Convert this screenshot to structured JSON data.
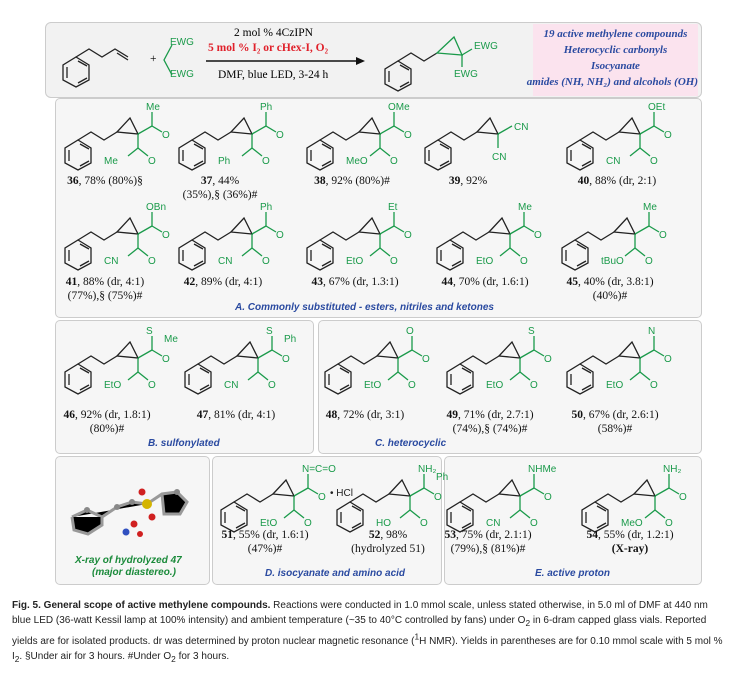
{
  "reaction": {
    "ewg_top": "EWG",
    "ewg_bottom": "EWG",
    "plus": "+",
    "condition1": "2 mol % 4CzIPN",
    "condition2": "5 mol % I₂ or cHex-I, O₂",
    "condition3": "DMF, blue LED, 3-24 h",
    "product_ewg_top": "EWG",
    "product_ewg_bottom": "EWG",
    "scope_box": [
      "19 active methylene compounds",
      "Heterocyclic carbonyls",
      "Isocyanate",
      "amides (NH, NH₂) and alcohols (OH)"
    ],
    "colors": {
      "ewg": "#1a9a4a",
      "red": "#e0202a",
      "blue": "#2a4aa0",
      "pink": "#fbe3ee"
    }
  },
  "panels": {
    "A": "A. Commonly substituted - esters, nitriles and ketones",
    "B": "B. sulfonylated",
    "C": "C. heterocyclic",
    "D": "D. isocyanate and amino acid",
    "E": "E. active proton"
  },
  "xray": {
    "line1": "X-ray of hydrolyzed 47",
    "line2": "(major diastereo.)"
  },
  "compounds": [
    {
      "id": "36",
      "top": "Me",
      "bottom": "Me",
      "o": "O",
      "yield": ", 78% (80%)§",
      "line2": ""
    },
    {
      "id": "37",
      "top": "Ph",
      "bottom": "Ph",
      "o": "O",
      "yield": ", 44%",
      "line2": "(35%),§ (36%)#"
    },
    {
      "id": "38",
      "top": "OMe",
      "bottom": "MeO",
      "o": "O",
      "yield": ", 92% (80%)#",
      "line2": ""
    },
    {
      "id": "39",
      "top": "CN",
      "bottom": "CN",
      "o": "",
      "yield": ", 92%",
      "line2": ""
    },
    {
      "id": "40",
      "top": "OEt",
      "bottom": "CN",
      "o": "O",
      "yield": ", 88% (dr, 2:1)",
      "line2": ""
    },
    {
      "id": "41",
      "top": "OBn",
      "bottom": "CN",
      "o": "O",
      "yield": ", 88% (dr, 4:1)",
      "line2": "(77%),§ (75%)#"
    },
    {
      "id": "42",
      "top": "Ph",
      "bottom": "CN",
      "o": "O",
      "yield": ", 89% (dr, 4:1)",
      "line2": ""
    },
    {
      "id": "43",
      "top": "Et",
      "bottom": "EtO",
      "o": "O",
      "yield": ", 67% (dr, 1.3:1)",
      "line2": ""
    },
    {
      "id": "44",
      "top": "Me",
      "bottom": "EtO",
      "o": "O",
      "yield": ", 70% (dr, 1.6:1)",
      "line2": ""
    },
    {
      "id": "45",
      "top": "Me",
      "bottom": "tBuO",
      "o": "O",
      "yield": ", 40% (dr, 3.8:1)",
      "line2": "(40%)#"
    },
    {
      "id": "46",
      "top": "S",
      "extra": "Me",
      "bottom": "EtO",
      "o": "O",
      "yield": ", 92% (dr, 1.8:1)",
      "line2": "(80%)#"
    },
    {
      "id": "47",
      "top": "S",
      "extra": "Ph",
      "bottom": "CN",
      "o": "O",
      "yield": ", 81% (dr, 4:1)",
      "line2": ""
    },
    {
      "id": "48",
      "top": "O",
      "bottom": "EtO",
      "o": "O",
      "yield": ", 72% (dr, 3:1)",
      "line2": ""
    },
    {
      "id": "49",
      "top": "S",
      "bottom": "EtO",
      "o": "O",
      "yield": ", 71% (dr, 2.7:1)",
      "line2": "(74%),§ (74%)#"
    },
    {
      "id": "50",
      "top": "N",
      "bottom": "EtO",
      "o": "O",
      "yield": ", 67% (dr, 2.6:1)",
      "line2": "(58%)#"
    },
    {
      "id": "51",
      "top": "N=C=O",
      "bottom": "EtO",
      "o": "O",
      "yield": ", 55% (dr, 1.6:1)",
      "line2": "(47%)#"
    },
    {
      "id": "52",
      "top": "NH₂",
      "bottom": "HO",
      "o": "O",
      "extra": "Ph",
      "salt": "• HCl",
      "yield": ", 98%",
      "line2": "(hydrolyzed 51)"
    },
    {
      "id": "53",
      "top": "NHMe",
      "bottom": "CN",
      "o": "O",
      "yield": ", 75% (dr, 2.1:1)",
      "line2": "(79%),§ (81%)#"
    },
    {
      "id": "54",
      "top": "NH₂",
      "bottom": "MeO",
      "o": "O",
      "yield": ", 55% (dr, 1.2:1)",
      "line2": "(X-ray)"
    }
  ],
  "caption": {
    "title": "Fig. 5. General scope of active methylene compounds.",
    "segments": [
      {
        "t": "n",
        "v": " Reactions were conducted in 1.0 mmol scale, unless stated otherwise, in 5.0 ml of DMF at 440 nm blue LED (36-watt Kessil lamp at 100% intensity) and ambient temperature (~35 to 40°C controlled by fans) under O"
      },
      {
        "t": "sub",
        "v": "2"
      },
      {
        "t": "n",
        "v": " in 6-dram capped glass vials. Reported yields are for isolated products. dr was determined by proton nuclear magnetic resonance ("
      },
      {
        "t": "sup",
        "v": "1"
      },
      {
        "t": "n",
        "v": "H NMR). Yields in parentheses are for 0.10 mmol scale with 5 mol % I"
      },
      {
        "t": "sub",
        "v": "2"
      },
      {
        "t": "n",
        "v": ". §Under air for 3 hours. #Under O"
      },
      {
        "t": "sub",
        "v": "2"
      },
      {
        "t": "n",
        "v": " for 3 hours."
      }
    ]
  }
}
